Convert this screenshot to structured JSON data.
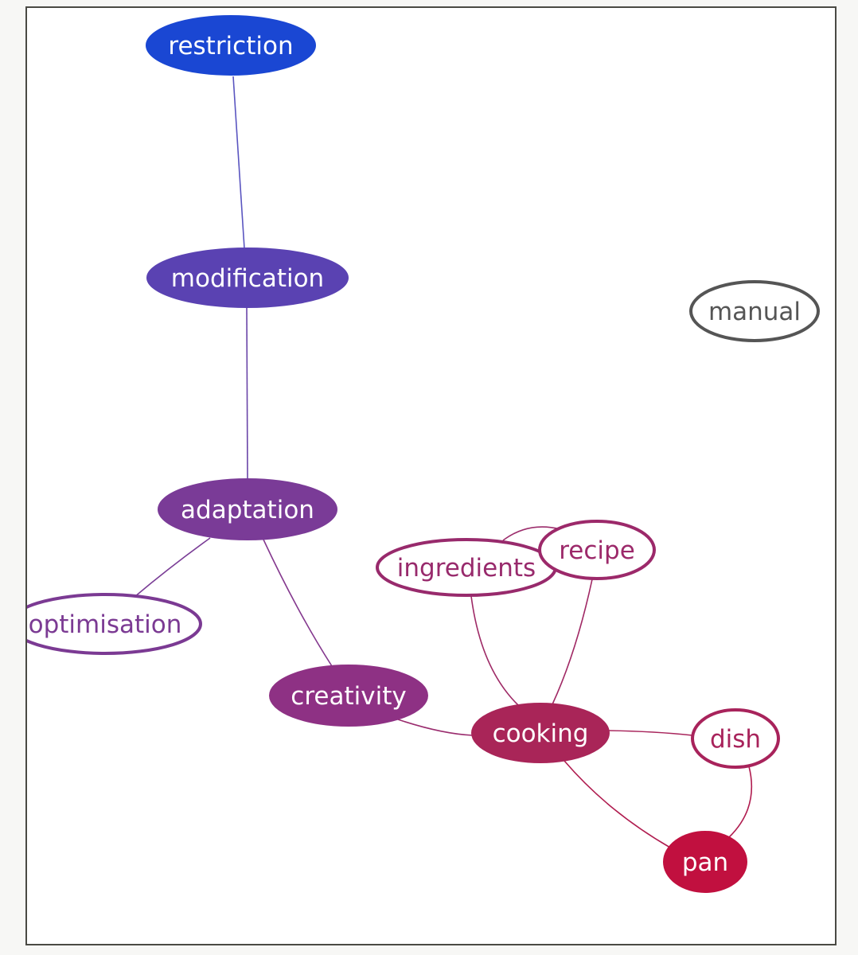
{
  "graph": {
    "nodes": [
      {
        "id": "restriction",
        "label": "restriction",
        "filled": true,
        "color": "#1a47d3"
      },
      {
        "id": "modification",
        "label": "modification",
        "filled": true,
        "color": "#5a42b2"
      },
      {
        "id": "manual",
        "label": "manual",
        "filled": false,
        "color": "#555555"
      },
      {
        "id": "adaptation",
        "label": "adaptation",
        "filled": true,
        "color": "#7a3b97"
      },
      {
        "id": "optimisation",
        "label": "optimisation",
        "filled": false,
        "color": "#7b3a93"
      },
      {
        "id": "ingredients",
        "label": "ingredients",
        "filled": false,
        "color": "#982a6c"
      },
      {
        "id": "recipe",
        "label": "recipe",
        "filled": false,
        "color": "#9c296a"
      },
      {
        "id": "creativity",
        "label": "creativity",
        "filled": true,
        "color": "#8e3184"
      },
      {
        "id": "cooking",
        "label": "cooking",
        "filled": true,
        "color": "#a92558"
      },
      {
        "id": "dish",
        "label": "dish",
        "filled": false,
        "color": "#a8235b"
      },
      {
        "id": "pan",
        "label": "pan",
        "filled": true,
        "color": "#c1103f"
      }
    ],
    "edges": [
      {
        "from": "restriction",
        "to": "modification",
        "color": "#5a55c0"
      },
      {
        "from": "modification",
        "to": "adaptation",
        "color": "#6a45a8"
      },
      {
        "from": "adaptation",
        "to": "optimisation",
        "color": "#7a3d96"
      },
      {
        "from": "adaptation",
        "to": "creativity",
        "color": "#84388e"
      },
      {
        "from": "ingredients",
        "to": "recipe",
        "color": "#9c2d6c"
      },
      {
        "from": "ingredients",
        "to": "cooking",
        "color": "#9e2a66"
      },
      {
        "from": "recipe",
        "to": "cooking",
        "color": "#a02864"
      },
      {
        "from": "creativity",
        "to": "cooking",
        "color": "#9a2c6e"
      },
      {
        "from": "cooking",
        "to": "dish",
        "color": "#a8255c"
      },
      {
        "from": "cooking",
        "to": "pan",
        "color": "#b01d50"
      },
      {
        "from": "dish",
        "to": "pan",
        "color": "#b01d50"
      }
    ]
  }
}
